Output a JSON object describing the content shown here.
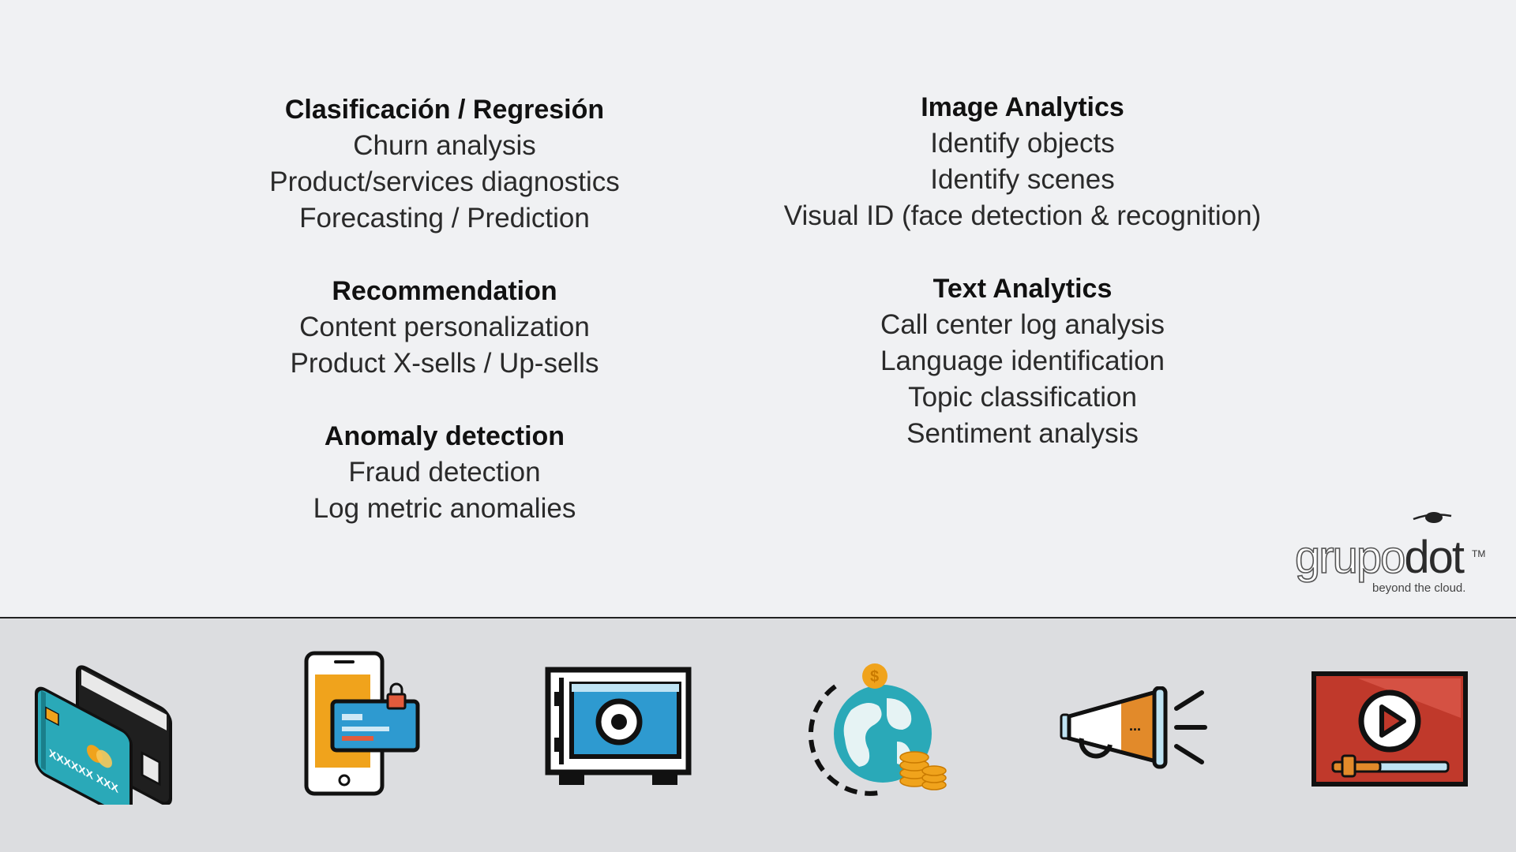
{
  "left_column": [
    {
      "heading": "Clasificación / Regresión",
      "items": [
        "Churn analysis",
        "Product/services diagnostics",
        "Forecasting / Prediction"
      ]
    },
    {
      "heading": "Recommendation",
      "items": [
        "Content personalization",
        "Product X-sells / Up-sells"
      ]
    },
    {
      "heading": "Anomaly detection",
      "items": [
        "Fraud detection",
        "Log metric anomalies"
      ]
    }
  ],
  "right_column": [
    {
      "heading": "Image Analytics",
      "items": [
        "Identify objects",
        "Identify scenes",
        "Visual ID (face detection & recognition)"
      ]
    },
    {
      "heading": "Text Analytics",
      "items": [
        "Call center log analysis",
        "Language identification",
        "Topic classification",
        "Sentiment analysis"
      ]
    }
  ],
  "logo": {
    "word_light": "grupo",
    "word_dark": "dot",
    "tm": "TM",
    "tagline": "beyond the cloud."
  },
  "card_text": "XXXXXX XXX",
  "icons": [
    "credit-cards-icon",
    "mobile-payment-icon",
    "safe-icon",
    "global-money-icon",
    "megaphone-icon",
    "video-player-icon"
  ],
  "colors": {
    "teal": "#2aa9b8",
    "orange": "#f0a31c",
    "red": "#c0392b",
    "background": "#f0f1f3",
    "footer": "#dcdde0"
  }
}
